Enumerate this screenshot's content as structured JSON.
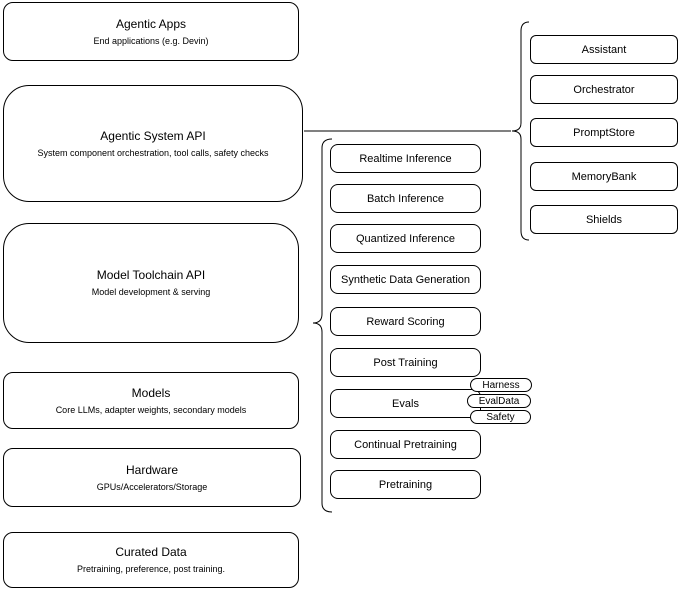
{
  "diagram": {
    "left_column": [
      {
        "title": "Agentic Apps",
        "subtitle": "End applications (e.g. Devin)"
      },
      {
        "title": "Agentic System API",
        "subtitle": "System component orchestration, tool calls, safety checks"
      },
      {
        "title": "Model Toolchain API",
        "subtitle": "Model development & serving"
      },
      {
        "title": "Models",
        "subtitle": "Core LLMs, adapter weights, secondary models"
      },
      {
        "title": "Hardware",
        "subtitle": "GPUs/Accelerators/Storage"
      },
      {
        "title": "Curated Data",
        "subtitle": "Pretraining, preference, post training."
      }
    ],
    "toolchain_items": [
      "Realtime Inference",
      "Batch Inference",
      "Quantized Inference",
      "Synthetic Data Generation",
      "Reward Scoring",
      "Post Training",
      "Evals",
      "Continual Pretraining",
      "Pretraining"
    ],
    "eval_tags": [
      "Harness",
      "EvalData",
      "Safety"
    ],
    "system_components": [
      "Assistant",
      "Orchestrator",
      "PromptStore",
      "MemoryBank",
      "Shields"
    ],
    "colors": {
      "stroke": "#000000",
      "background": "#ffffff",
      "text": "#000000"
    }
  }
}
